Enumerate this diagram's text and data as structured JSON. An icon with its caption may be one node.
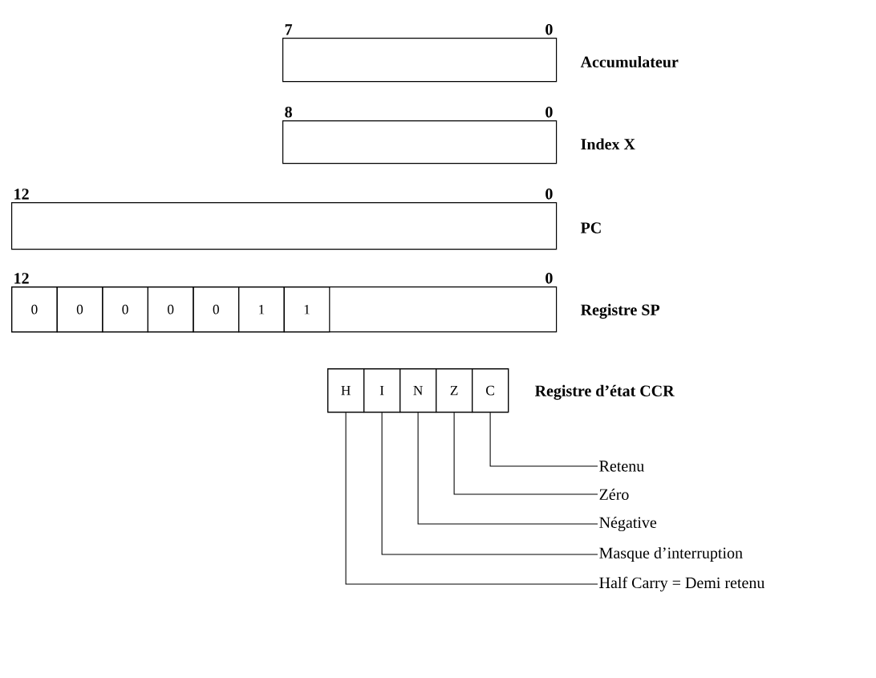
{
  "diagram": {
    "nodes": [
      {
        "text": [],
        "shape": "box",
        "beside": [
          "7",
          "0",
          "Accumulateur"
        ]
      },
      {
        "text": [],
        "shape": "box",
        "beside": [
          "8",
          "0",
          "Index X"
        ]
      },
      {
        "text": [],
        "shape": "box",
        "beside": [
          "12",
          "0",
          "PC"
        ]
      },
      {
        "text": [],
        "shape": "box",
        "beside": [
          "12",
          "0",
          "Registre SP"
        ]
      },
      {
        "text": [
          "0"
        ],
        "in": 3
      },
      {
        "text": [
          "0"
        ],
        "in": 3
      },
      {
        "text": [
          "0"
        ],
        "in": 3
      },
      {
        "text": [
          "0"
        ],
        "in": 3
      },
      {
        "text": [
          "0"
        ],
        "in": 3
      },
      {
        "text": [
          "1"
        ],
        "in": 3
      },
      {
        "text": [
          "1"
        ],
        "in": 3
      },
      {
        "text": [],
        "shape": "box",
        "beside": [
          "Registre d’état CCR"
        ]
      },
      {
        "text": [
          "H"
        ],
        "in": 11
      },
      {
        "text": [
          "I"
        ],
        "in": 11
      },
      {
        "text": [
          "N"
        ],
        "in": 11
      },
      {
        "text": [
          "Z"
        ],
        "in": 11
      },
      {
        "text": [
          "C"
        ],
        "in": 11
      },
      {
        "text": [
          "Retenu"
        ]
      },
      {
        "text": [
          "Zéro"
        ]
      },
      {
        "text": [
          "Négative"
        ]
      },
      {
        "text": [
          "Masque d’interruption"
        ]
      },
      {
        "text": [
          "Half Carry = Demi retenu"
        ]
      }
    ],
    "edges": [
      {
        "from": 16,
        "to": 17,
        "arrow": "none"
      },
      {
        "from": 15,
        "to": 18,
        "arrow": "none"
      },
      {
        "from": 14,
        "to": 19,
        "arrow": "none"
      },
      {
        "from": 13,
        "to": 20,
        "arrow": "none"
      },
      {
        "from": 12,
        "to": 21,
        "arrow": "none"
      }
    ]
  }
}
